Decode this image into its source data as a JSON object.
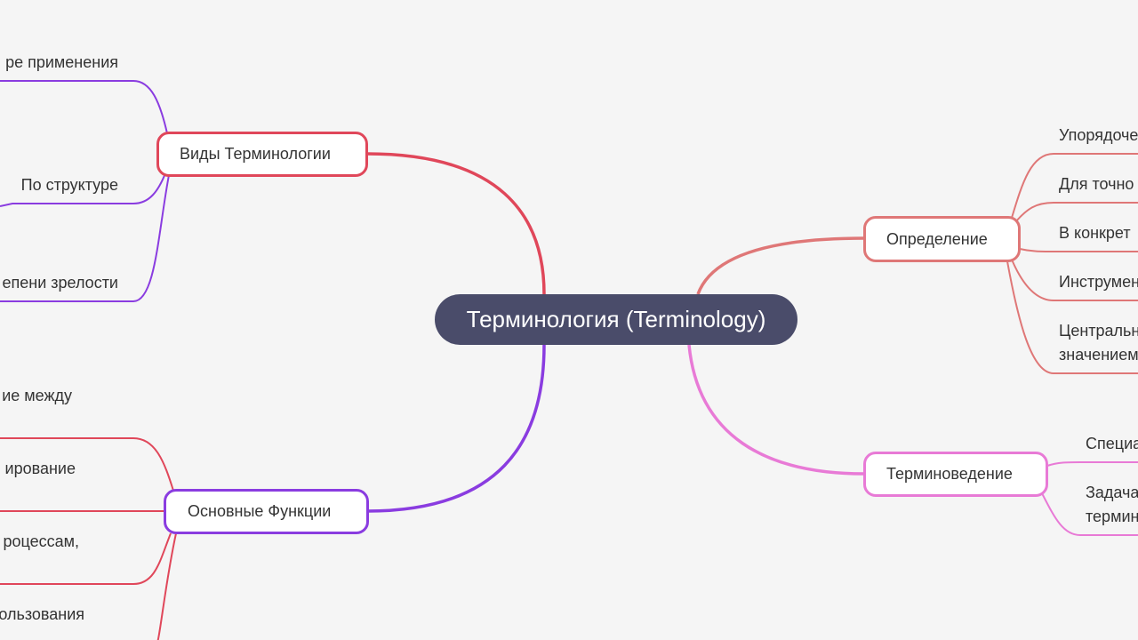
{
  "root": {
    "label": "Терминология (Terminology)"
  },
  "branches": {
    "vidy": {
      "label": "Виды Терминологии",
      "color": "#e0475a",
      "leaf_color": "#8a3ce0",
      "leaves": [
        "ре применения",
        "По структуре",
        "епени зрелости"
      ]
    },
    "funkcii": {
      "label": "Основные Функции",
      "color": "#8a3ce0",
      "leaf_color": "#e0475a",
      "leaves": [
        "ие между",
        "ирование",
        "роцессам,",
        "ользования"
      ]
    },
    "opredelenie": {
      "label": "Определение",
      "color": "#df7777",
      "leaves": [
        "Упорядоче",
        "Для точно",
        "В конкрет",
        "Инструмен",
        "Центральн",
        "значением"
      ]
    },
    "terminovedenie": {
      "label": "Терминоведение",
      "color": "#e87ad6",
      "leaves": [
        "Специа",
        "Задача",
        "термин"
      ]
    }
  }
}
